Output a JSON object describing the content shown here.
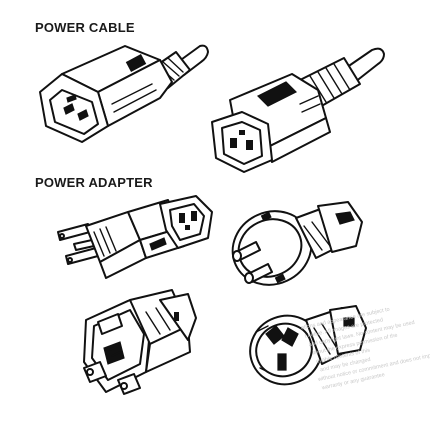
{
  "headings": {
    "power_cable": "POWER CABLE",
    "power_adapter": "POWER ADAPTER"
  },
  "watermark_lines": [
    "ations and appearance are subject to",
    "t notice. All images are protected",
    "and copyright laws. No content may be used",
    "ithout the express permission of the",
    "ovable contents of this",
    "and may be changed",
    "without notice or commitment and does not imply",
    "warranty or any guarantee"
  ],
  "illustrations": [
    {
      "id": "c14-connector",
      "icon": "iec-c14-plug-icon"
    },
    {
      "id": "c13-connector",
      "icon": "iec-c13-connector-icon"
    },
    {
      "id": "us-to-c13-adapter",
      "icon": "us-plug-adapter-icon"
    },
    {
      "id": "schuko-to-c13-adapter",
      "icon": "schuko-plug-adapter-icon"
    },
    {
      "id": "uk-to-c13-adapter",
      "icon": "uk-plug-adapter-icon"
    },
    {
      "id": "au-to-c13-adapter",
      "icon": "au-plug-adapter-icon"
    }
  ],
  "colors": {
    "line": "#111111",
    "background": "#ffffff",
    "watermark": "#c8c8c8"
  }
}
